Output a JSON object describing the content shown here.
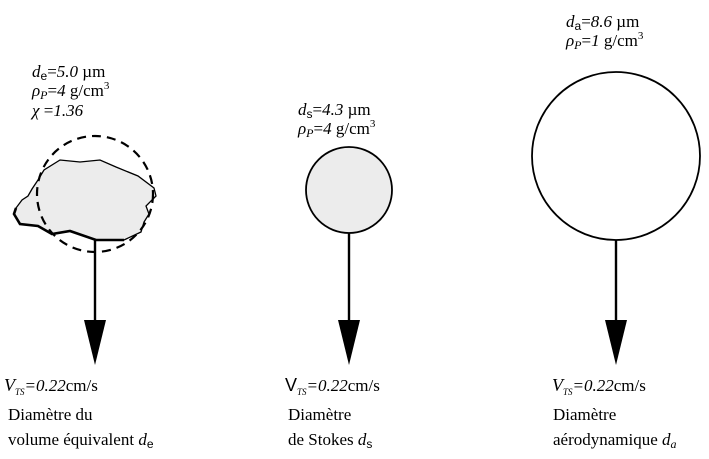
{
  "particles": [
    {
      "id": "volume_equivalent",
      "params": [
        {
          "sym": "d",
          "sub": "e",
          "eq": "=",
          "val": "5.0",
          "unit": " µm"
        },
        {
          "sym": "ρ",
          "sub": "P",
          "eq": "=",
          "val": "4",
          "unit": " g/cm",
          "unit_sup": "3"
        },
        {
          "sym": "χ",
          "sub": "",
          "eq": " =",
          "val": "1.36",
          "unit": ""
        }
      ],
      "velocity": {
        "sym": "V",
        "sub": "TS",
        "eq": "=",
        "val": "0.22",
        "unit": "cm/s"
      },
      "caption": [
        "Diamètre du",
        "volume équivalent "
      ],
      "caption_sym": "d",
      "caption_sub": "e"
    },
    {
      "id": "stokes",
      "params": [
        {
          "sym": "d",
          "sub": "s",
          "eq": "=",
          "val": "4.3",
          "unit": " µm"
        },
        {
          "sym": "ρ",
          "sub": "P",
          "eq": "=",
          "val": "4",
          "unit": " g/cm",
          "unit_sup": "3"
        }
      ],
      "velocity": {
        "sym": "V",
        "sub": "TS",
        "eq": "=",
        "val": "0.22",
        "unit": "cm/s"
      },
      "caption": [
        "Diamètre",
        "de Stokes "
      ],
      "caption_sym": "d",
      "caption_sub": "s"
    },
    {
      "id": "aerodynamic",
      "params": [
        {
          "sym": "d",
          "sub": "a",
          "eq": "=",
          "val": "8.6",
          "unit": " µm"
        },
        {
          "sym": "ρ",
          "sub": "P",
          "eq": "=",
          "val": "1",
          "unit": " g/cm",
          "unit_sup": "3"
        }
      ],
      "velocity": {
        "sym": "V",
        "sub": "TS",
        "eq": "=",
        "val": "0.22",
        "unit": "cm/s"
      },
      "caption": [
        "Diamètre",
        "aérodynamique "
      ],
      "caption_sym": "d",
      "caption_sub": "a"
    }
  ]
}
